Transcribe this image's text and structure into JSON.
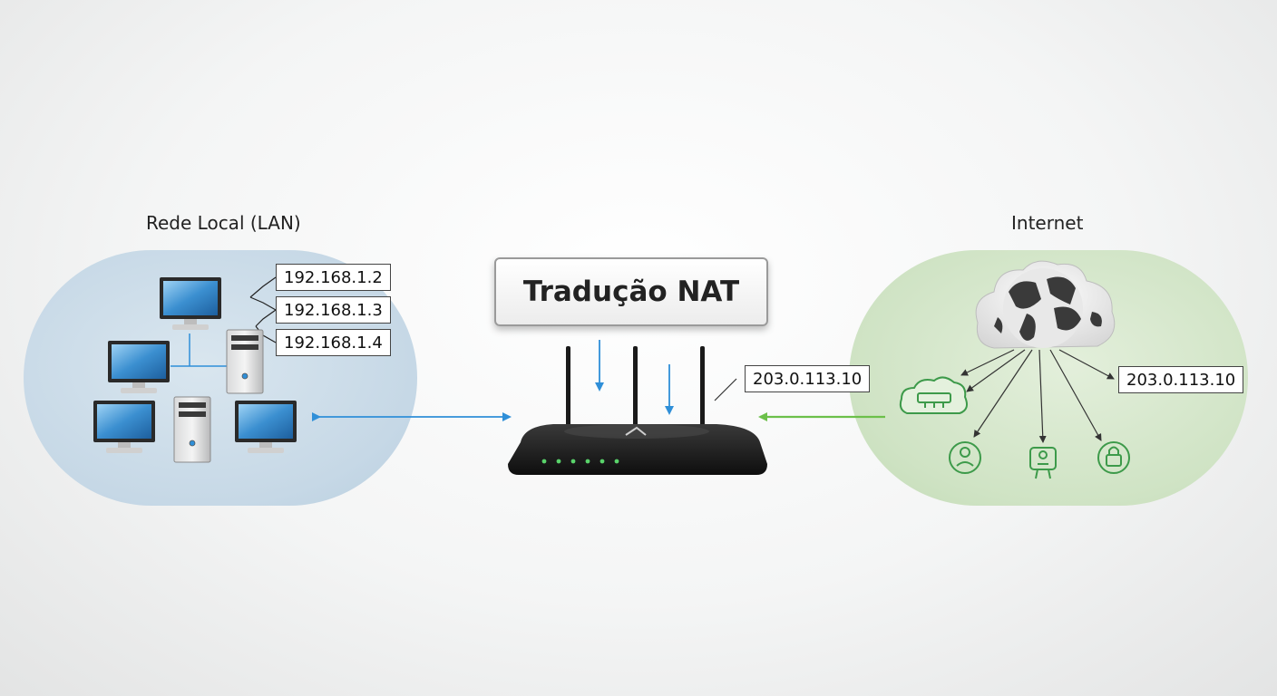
{
  "lan": {
    "label": "Rede Local (LAN)",
    "ips": [
      "192.168.1.2",
      "192.168.1.3",
      "192.168.1.4"
    ]
  },
  "internet": {
    "label": "Internet",
    "ip": "203.0.113.10"
  },
  "router": {
    "title": "Tradução NAT",
    "public_ip": "203.0.113.10"
  },
  "icons": [
    "monitor-icon",
    "tower-server-icon",
    "router-icon",
    "globe-cloud-icon",
    "cloud-device-icon",
    "user-icon",
    "person-icon",
    "lock-user-icon"
  ],
  "colors": {
    "lan_arrow": "#2f8fd8",
    "internet_arrow": "#6cc04a",
    "lan_region": "#c6d8e6",
    "internet_region": "#cfe3c4",
    "icon_green": "#3d9a4a"
  }
}
